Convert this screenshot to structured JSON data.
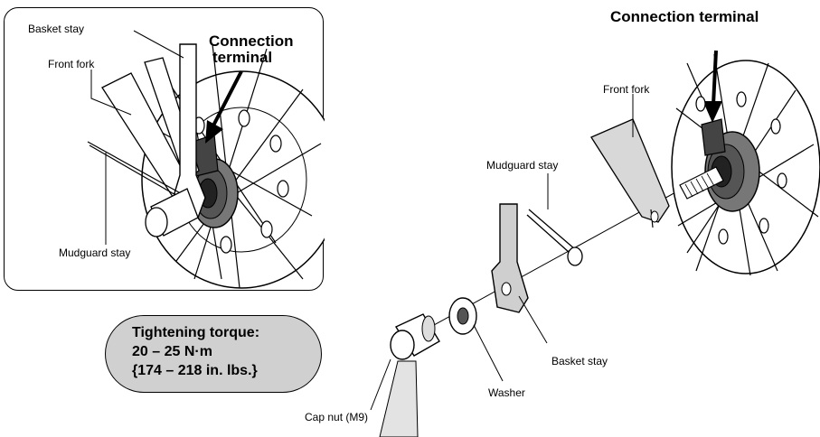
{
  "inset": {
    "basket_stay": "Basket stay",
    "front_fork": "Front fork",
    "connection_terminal": [
      "Connection",
      "terminal"
    ],
    "mudguard_stay": "Mudguard stay"
  },
  "main": {
    "connection_terminal": "Connection terminal",
    "front_fork": "Front fork",
    "mudguard_stay": "Mudguard stay",
    "basket_stay": "Basket stay",
    "washer": "Washer",
    "cap_nut": "Cap nut (M9)"
  },
  "torque": {
    "line1": "Tightening torque:",
    "line2": "20 – 25 N·m",
    "line3": "{174 – 218 in. lbs.}"
  }
}
